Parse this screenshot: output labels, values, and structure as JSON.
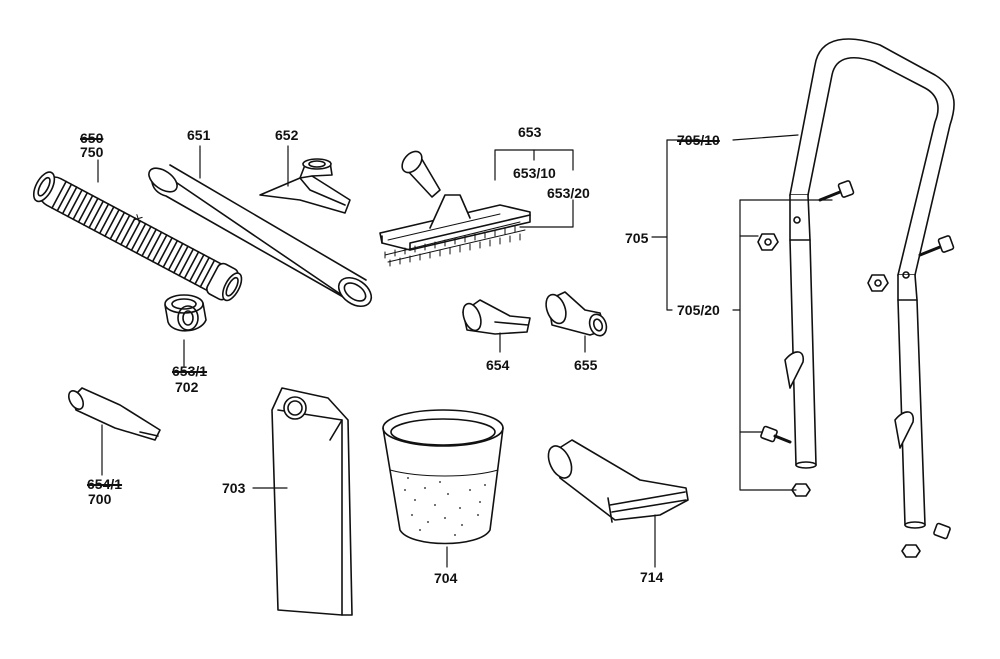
{
  "colors": {
    "ink": "#111111",
    "paper": "#ffffff"
  },
  "labels": {
    "l650": "650",
    "l750": "750",
    "l651": "651",
    "l652": "652",
    "l653": "653",
    "l653_10": "653/10",
    "l653_20": "653/20",
    "l653_1": "653/1",
    "l702": "702",
    "l654": "654",
    "l655": "655",
    "l654_1": "654/1",
    "l700": "700",
    "l703": "703",
    "l704": "704",
    "l714": "714",
    "l705": "705",
    "l705_10": "705/10",
    "l705_20": "705/20"
  },
  "parts": [
    {
      "id": "hose",
      "icon": "corrugated-hose"
    },
    {
      "id": "tube",
      "icon": "straight-tube"
    },
    {
      "id": "crevice-nozzle",
      "icon": "flat-nozzle"
    },
    {
      "id": "floor-nozzle",
      "icon": "floor-brush-nozzle"
    },
    {
      "id": "adapter",
      "icon": "hose-adapter"
    },
    {
      "id": "nozzle-654",
      "icon": "flat-suction-nozzle"
    },
    {
      "id": "nozzle-655",
      "icon": "round-reducer-nozzle"
    },
    {
      "id": "angled-nozzle",
      "icon": "angled-crevice-tool"
    },
    {
      "id": "filter-bag",
      "icon": "paper-filter-bag"
    },
    {
      "id": "filter-basket",
      "icon": "dirt-container"
    },
    {
      "id": "wide-nozzle",
      "icon": "wide-squeegee-nozzle"
    },
    {
      "id": "handle",
      "icon": "push-handle-assembly"
    }
  ]
}
